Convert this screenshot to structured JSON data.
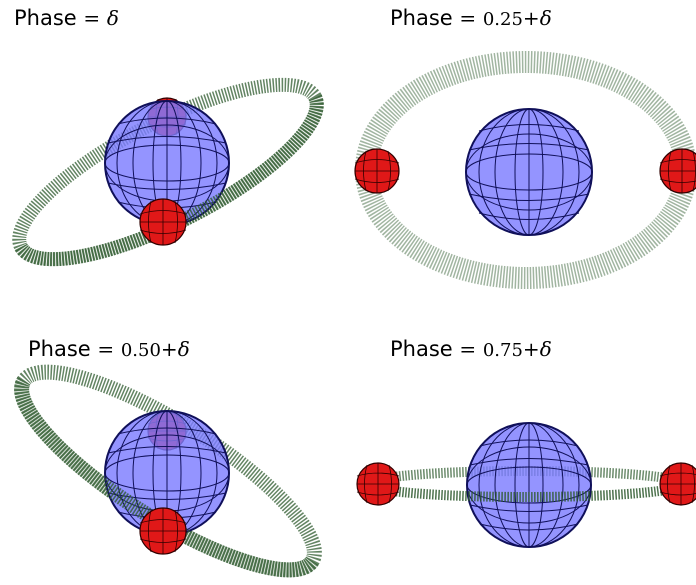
{
  "panels": [
    {
      "id": "p1",
      "title": {
        "word": "Phase",
        "eq": "=",
        "value": "",
        "plus": "",
        "delta": "δ"
      }
    },
    {
      "id": "p2",
      "title": {
        "word": "Phase",
        "eq": "=",
        "value": "0.25",
        "plus": "+",
        "delta": "δ"
      }
    },
    {
      "id": "p3",
      "title": {
        "word": "Phase",
        "eq": "=",
        "value": "0.50",
        "plus": "+",
        "delta": "δ"
      }
    },
    {
      "id": "p4",
      "title": {
        "word": "Phase",
        "eq": "=",
        "value": "0.75",
        "plus": "+",
        "delta": "δ"
      }
    }
  ],
  "colors": {
    "star_fill": "#7d7dff",
    "star_grid": "#10105a",
    "planet_fill": "#e01818",
    "planet_grid": "#300000",
    "orbit": "#2f5b2f"
  }
}
